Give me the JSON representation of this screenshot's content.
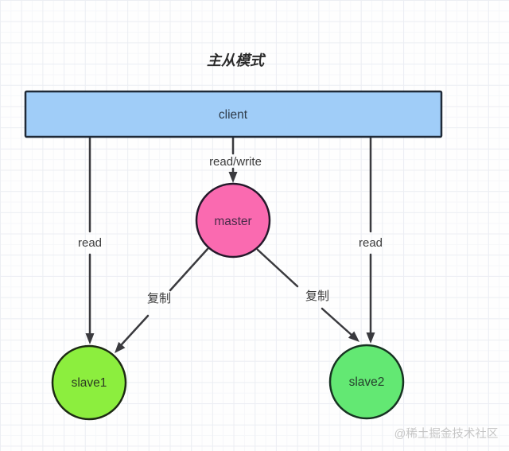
{
  "title": "主从模式",
  "watermark": "@稀土掘金技术社区",
  "colors": {
    "line": "#3a3a3e",
    "edge_label": "#3c3c3c",
    "title_text": "#2b2b2b",
    "watermark_text": "#c6c6c6"
  },
  "nodes": {
    "client": {
      "label": "client",
      "fill": "#a0cdf8",
      "stroke": "#1f2a38",
      "text_color": "#2e3b49"
    },
    "master": {
      "label": "master",
      "fill": "#fa6ab0",
      "stroke": "#25192b",
      "text_color": "#4a2b49"
    },
    "slave1": {
      "label": "slave1",
      "fill": "#8cee3e",
      "stroke": "#1d2a14",
      "text_color": "#2d3a22"
    },
    "slave2": {
      "label": "slave2",
      "fill": "#63e873",
      "stroke": "#173322",
      "text_color": "#24402c"
    }
  },
  "edges": {
    "client_master": {
      "label": "read/write"
    },
    "client_slave1": {
      "label": "read"
    },
    "client_slave2": {
      "label": "read"
    },
    "master_slave1": {
      "label": "复制"
    },
    "master_slave2": {
      "label": "复制"
    }
  }
}
